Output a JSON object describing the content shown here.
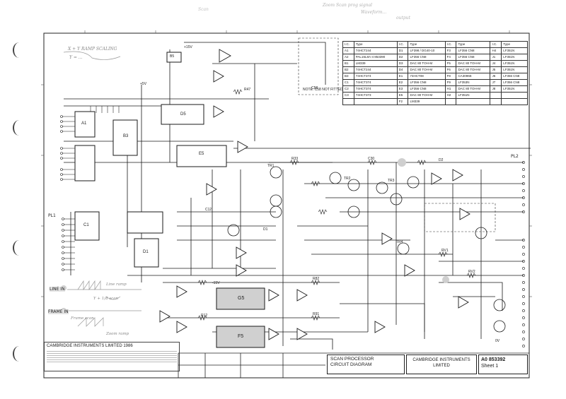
{
  "title_block": {
    "title_line1": "SCAN PROCESSOR",
    "title_line2": "CIRCUIT DIAGRAM",
    "company_line1": "CAMBRIDGE INSTRUMENTS",
    "company_line2": "LIMITED",
    "drawing_number": "A0 853392",
    "sheet": "Sheet 1"
  },
  "copyright": "CAMBRIDGE INSTRUMENTS LIMITED 1986",
  "note": "NOTE: C58 NOT FITTED",
  "signals": {
    "line_in": "LINE IN",
    "frame_in": "FRAME IN",
    "plug1": "PL1",
    "plug2": "PL2"
  },
  "ic_labels": [
    "D5",
    "E5",
    "G5",
    "F5",
    "B3",
    "A1",
    "C1",
    "D1",
    "B5"
  ],
  "parts_table": {
    "header": [
      "I.C.",
      "Type",
      "I.C.",
      "Type",
      "I.C.",
      "Type",
      "I.C.",
      "Type"
    ],
    "rows": [
      [
        "A1",
        "74HCT244",
        "D1",
        "LF398 / DG40-10",
        "F3",
        "LF356 CN8",
        "H4",
        "LF351N"
      ],
      [
        "A2",
        "PAL16L8A-4 853390",
        "D2",
        "LF356 CN8",
        "F4",
        "LF356 CN8",
        "J1",
        "LF351N"
      ],
      [
        "B1",
        "LM339",
        "D3",
        "DAC 80 TOH-M",
        "F5",
        "DAC 80 TOH-M",
        "J4",
        "LF351N"
      ],
      [
        "B2",
        "74HCT244",
        "D4",
        "DAC 80 TOH-M",
        "F6",
        "DAC 80 TOH-M",
        "J5",
        "LF351N"
      ],
      [
        "B3",
        "74HCT374",
        "E1",
        "74HCT08",
        "F8",
        "CA3096E",
        "J6",
        "LF356 CN8"
      ],
      [
        "C1",
        "74HCT374",
        "E2",
        "LF356 CN8",
        "F9",
        "LF353N",
        "J7",
        "LF356 CN8"
      ],
      [
        "C2",
        "74HCT374",
        "E3",
        "LF356 CN8",
        "H1",
        "DAC 80 TOH-M",
        "J8",
        "LF351N"
      ],
      [
        "C3",
        "74HCT373",
        "E5",
        "DAC 80 TOH-M",
        "H2",
        "LF351N",
        "",
        ""
      ],
      [
        "",
        "",
        "F2",
        "LM339",
        "",
        "",
        "",
        ""
      ]
    ]
  },
  "margin_notes": [
    "X + Y RAMP SCALING",
    "Y = ...",
    "Frame scan",
    "Y + 1/8 scan",
    "Line ramp",
    "Zoom ramp"
  ],
  "pencil_top": [
    "Zoom Scan prog signal",
    "Waveform...",
    "output",
    "Scan"
  ],
  "component_tags": [
    "R47",
    "R33",
    "C58",
    "TR1",
    "TR2",
    "TR3",
    "TR4",
    "RV1",
    "RV2",
    "D1",
    "D2",
    "+15V",
    "-15V",
    "0V",
    "+5V",
    "C12",
    "R12",
    "R82",
    "R91",
    "C30"
  ]
}
